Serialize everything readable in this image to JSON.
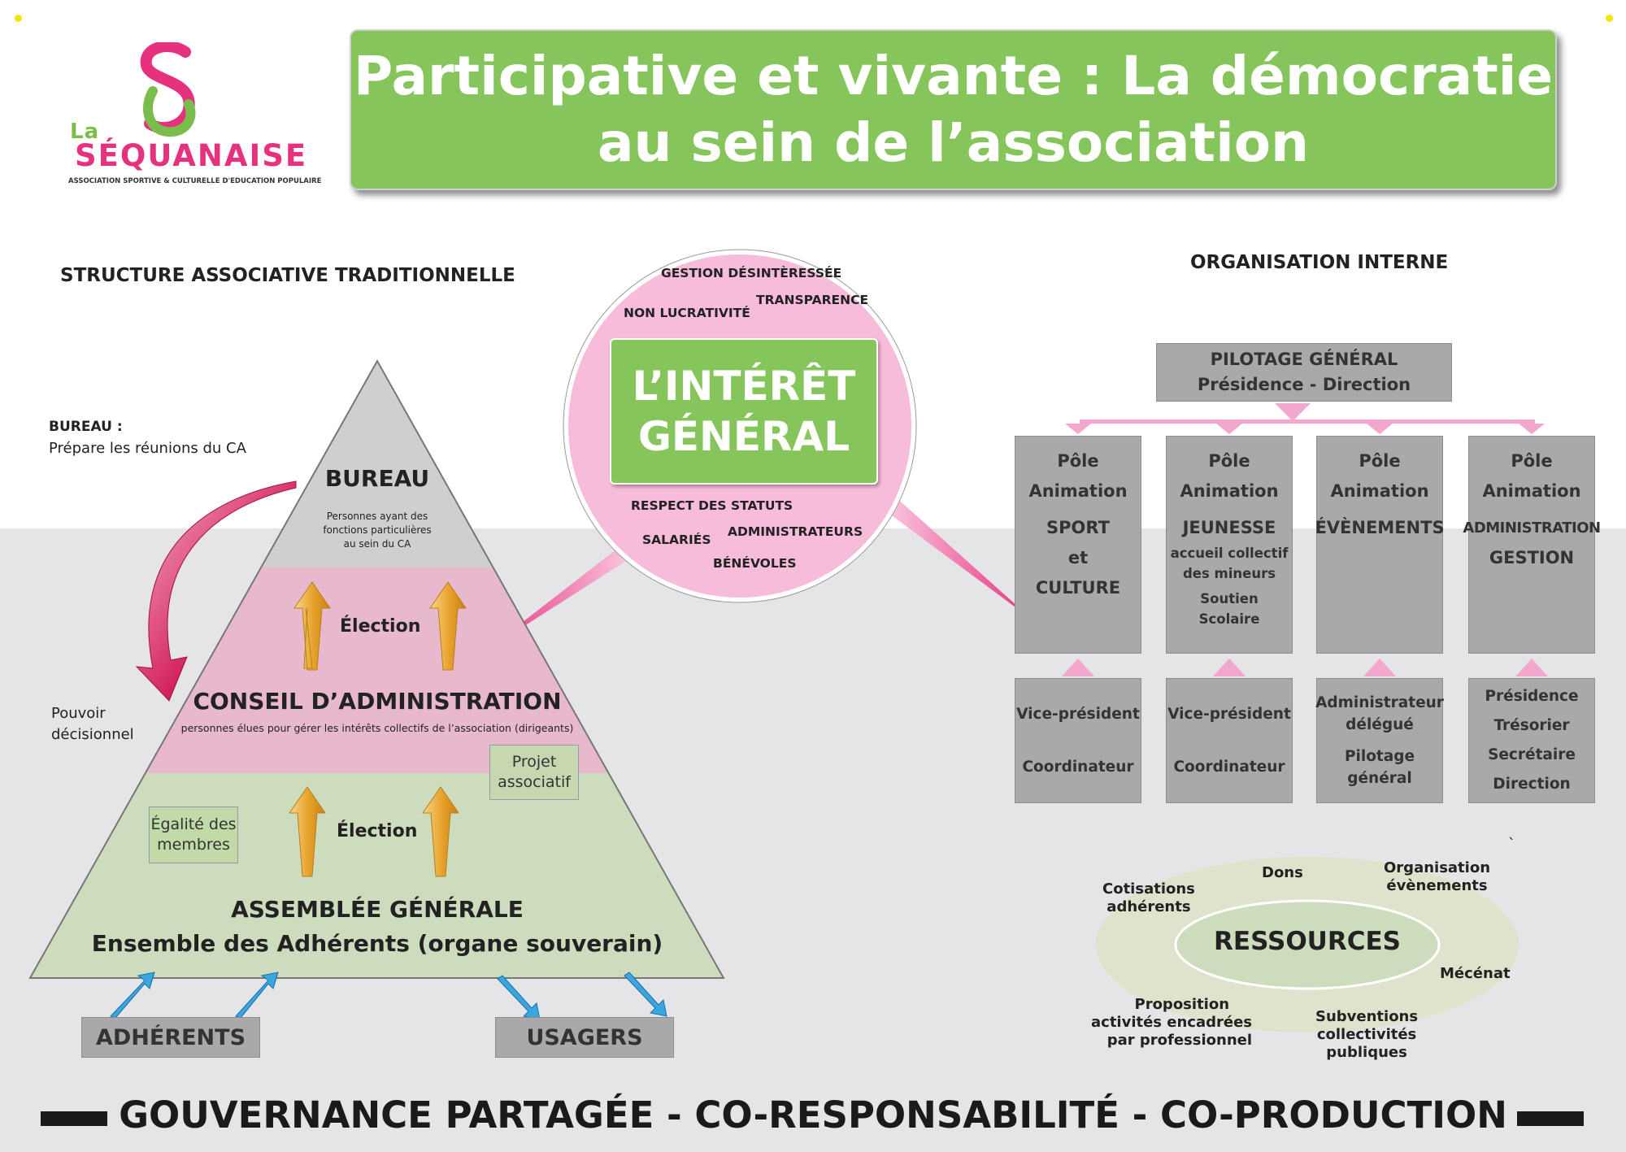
{
  "logo": {
    "la": "La",
    "name": "SÉQUANAISE",
    "subtitle": "ASSOCIATION SPORTIVE & CULTURELLE D'EDUCATION POPULAIRE"
  },
  "title": {
    "line1": "Participative et vivante : La démocratie",
    "line2": "au sein de l’association"
  },
  "left": {
    "heading": "STRUCTURE ASSOCIATIVE TRADITIONNELLE",
    "bureau_note_title": "BUREAU :",
    "bureau_note_text": "Prépare les réunions du CA",
    "pouvoir_line1": "Pouvoir",
    "pouvoir_line2": "décisionnel",
    "pyramid": {
      "bureau_title": "BUREAU",
      "bureau_desc1": "Personnes ayant des",
      "bureau_desc2": "fonctions particulières",
      "bureau_desc3": "au sein du CA",
      "election1": "Élection",
      "ca_title": "CONSEIL D’ADMINISTRATION",
      "ca_desc": "personnes élues pour gérer les intérêts collectifs de l’association (dirigeants)",
      "projet1": "Projet",
      "projet2": "associatif",
      "egalite1": "Égalité des",
      "egalite2": "membres",
      "election2": "Élection",
      "ag_title": "ASSEMBLÉE GÉNÉRALE",
      "ag_desc": "Ensemble des Adhérents (organe souverain)"
    },
    "adherents": "ADHÉRENTS",
    "usagers": "USAGERS"
  },
  "center": {
    "tags": [
      "GESTION DÉSINTÈRESSÉE",
      "TRANSPARENCE",
      "NON LUCRATIVITÉ",
      "RESPECT DES STATUTS",
      "ADMINISTRATEURS",
      "SALARIÉS",
      "BÉNÉVOLES"
    ],
    "main_line1": "L’INTÉRÊT",
    "main_line2": "GÉNÉRAL"
  },
  "right": {
    "heading": "ORGANISATION INTERNE",
    "pilotage_line1": "PILOTAGE GÉNÉRAL",
    "pilotage_line2": "Présidence - Direction",
    "poles": [
      {
        "l1": "Pôle",
        "l2": "Animation",
        "l3": "SPORT",
        "l4": "et",
        "l5": "CULTURE"
      },
      {
        "l1": "Pôle",
        "l2": "Animation",
        "l3": "JEUNESSE",
        "l4": "accueil collectif",
        "l5": "des mineurs",
        "l6": "Soutien",
        "l7": "Scolaire"
      },
      {
        "l1": "Pôle",
        "l2": "Animation",
        "l3": "ÉVÈNEMENTS"
      },
      {
        "l1": "Pôle",
        "l2": "Animation",
        "l3": "ADMINISTRATION",
        "l4": "GESTION"
      }
    ],
    "roles": [
      [
        "Vice-président",
        "Coordinateur"
      ],
      [
        "Vice-président",
        "Coordinateur"
      ],
      [
        "Administrateur",
        "délégué",
        "Pilotage",
        "général"
      ],
      [
        "Présidence",
        "Trésorier",
        "Secrétaire",
        "Direction"
      ]
    ],
    "backtick": "`",
    "ressources": {
      "center": "RESSOURCES",
      "dons": "Dons",
      "cotisations1": "Cotisations",
      "cotisations2": "adhérents",
      "organisation1": "Organisation",
      "organisation2": "évènements",
      "mecenat": "Mécénat",
      "proposition1": "Proposition",
      "proposition2": "activités encadrées",
      "proposition3": "par professionnel",
      "subventions1": "Subventions",
      "subventions2": "collectivités",
      "subventions3": "publiques"
    }
  },
  "footer": "GOUVERNANCE PARTAGÉE - CO-RESPONSABILITÉ - CO-PRODUCTION",
  "colors": {
    "green": "#86c55c",
    "pink": "#f7bcd9",
    "magenta": "#e6317f",
    "grey_box": "#a9a9ab"
  }
}
